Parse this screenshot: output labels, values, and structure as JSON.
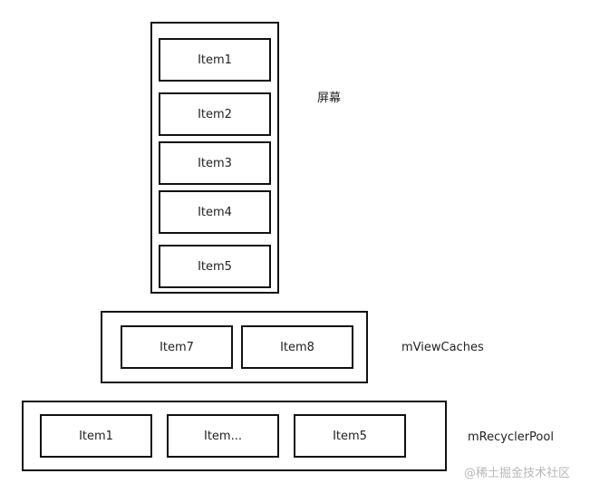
{
  "screen": {
    "label": "屏幕",
    "items": [
      "Item1",
      "Item2",
      "Item3",
      "Item4",
      "Item5"
    ]
  },
  "view_caches": {
    "label": "mViewCaches",
    "items": [
      "Item7",
      "Item8"
    ]
  },
  "recycler_pool": {
    "label": "mRecyclerPool",
    "items": [
      "Item1",
      "Item...",
      "Item5"
    ]
  },
  "watermark": "@稀土掘金技术社区"
}
